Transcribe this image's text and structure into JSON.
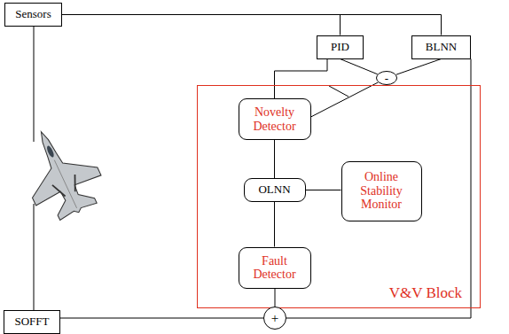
{
  "diagram": {
    "nodes": [
      {
        "text": [
          "Sensors"
        ]
      },
      {
        "text": [
          "PID"
        ]
      },
      {
        "text": [
          "BLNN"
        ]
      },
      {
        "text": [
          "-"
        ]
      },
      {
        "text": [
          "V&V Block"
        ]
      },
      {
        "text": [
          "Novelty Detector"
        ],
        "in": 4
      },
      {
        "text": [
          "OLNN"
        ],
        "in": 4
      },
      {
        "text": [
          "Online Stability Monitor"
        ],
        "in": 4
      },
      {
        "text": [
          "Fault Detector"
        ],
        "in": 4
      },
      {
        "text": [
          "SOFFT"
        ]
      },
      {
        "text": [
          "+"
        ]
      }
    ],
    "edges": [
      {
        "from": 0,
        "to": 1,
        "arrow": "none"
      },
      {
        "from": 0,
        "to": 2,
        "arrow": "none"
      },
      {
        "from": 1,
        "to": 3,
        "arrow": "none"
      },
      {
        "from": 2,
        "to": 3,
        "arrow": "none"
      },
      {
        "from": 3,
        "to": 5,
        "arrow": "none"
      },
      {
        "from": 1,
        "to": 5,
        "arrow": "none"
      },
      {
        "from": 5,
        "to": 6,
        "arrow": "none"
      },
      {
        "from": 6,
        "to": 7,
        "arrow": "none"
      },
      {
        "from": 6,
        "to": 8,
        "arrow": "none"
      },
      {
        "from": 8,
        "to": 10,
        "arrow": "none"
      },
      {
        "from": 10,
        "to": 9,
        "arrow": "none"
      },
      {
        "from": 2,
        "to": 10,
        "arrow": "none"
      }
    ]
  }
}
